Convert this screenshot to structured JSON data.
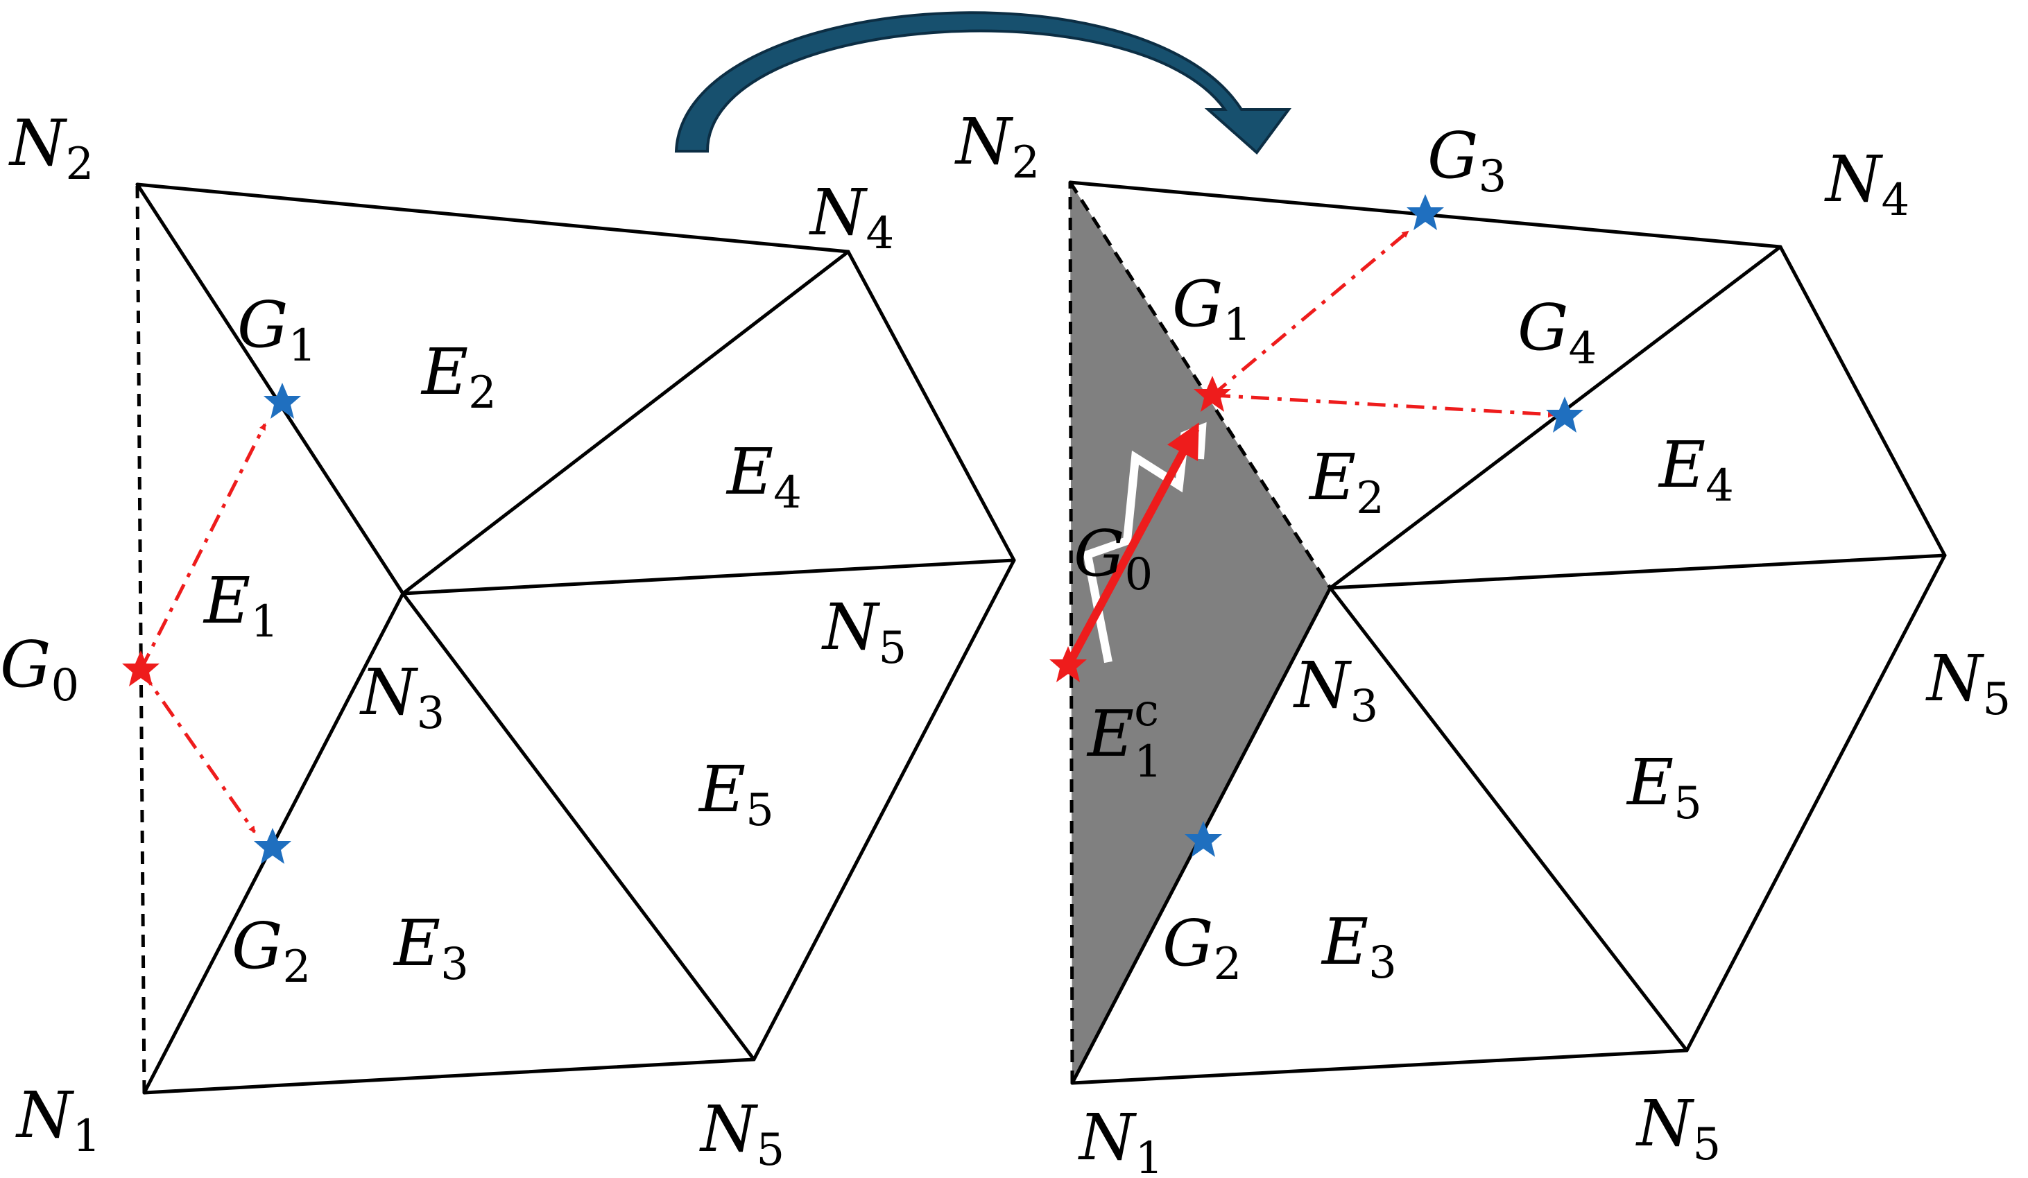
{
  "colors": {
    "edge": "#000000",
    "gauss_point_blue": "#1f6fbf",
    "gauss_point_red": "#ee1c1c",
    "search_path": "#ee1c1c",
    "cut_element_fill": "#808080",
    "arrow_fill": "#17506e",
    "arrow_stroke": "#0c2e44"
  },
  "icons": {
    "transition": "curved-arrow-icon",
    "point_marker": "star-icon"
  },
  "left_panel": {
    "N1": {
      "main": "N",
      "sub": "1"
    },
    "N2": {
      "main": "N",
      "sub": "2"
    },
    "N3": {
      "main": "N",
      "sub": "3"
    },
    "N4": {
      "main": "N",
      "sub": "4"
    },
    "N5a": {
      "main": "N",
      "sub": "5"
    },
    "N5b": {
      "main": "N",
      "sub": "5"
    },
    "G0": {
      "main": "G",
      "sub": "0"
    },
    "G1": {
      "main": "G",
      "sub": "1"
    },
    "G2": {
      "main": "G",
      "sub": "2"
    },
    "E1": {
      "main": "E",
      "sub": "1"
    },
    "E2": {
      "main": "E",
      "sub": "2"
    },
    "E3": {
      "main": "E",
      "sub": "3"
    },
    "E4": {
      "main": "E",
      "sub": "4"
    },
    "E5": {
      "main": "E",
      "sub": "5"
    }
  },
  "right_panel": {
    "N1": {
      "main": "N",
      "sub": "1"
    },
    "N2": {
      "main": "N",
      "sub": "2"
    },
    "N3": {
      "main": "N",
      "sub": "3"
    },
    "N4": {
      "main": "N",
      "sub": "4"
    },
    "N5a": {
      "main": "N",
      "sub": "5"
    },
    "N5b": {
      "main": "N",
      "sub": "5"
    },
    "G0": {
      "main": "G",
      "sub": "0"
    },
    "G1": {
      "main": "G",
      "sub": "1"
    },
    "G2": {
      "main": "G",
      "sub": "2"
    },
    "G3": {
      "main": "G",
      "sub": "3"
    },
    "G4": {
      "main": "G",
      "sub": "4"
    },
    "E1c": {
      "main": "E",
      "sub": "1",
      "sup": "c"
    },
    "E2": {
      "main": "E",
      "sub": "2"
    },
    "E3": {
      "main": "E",
      "sub": "3"
    },
    "E4": {
      "main": "E",
      "sub": "4"
    },
    "E5": {
      "main": "E",
      "sub": "5"
    }
  }
}
